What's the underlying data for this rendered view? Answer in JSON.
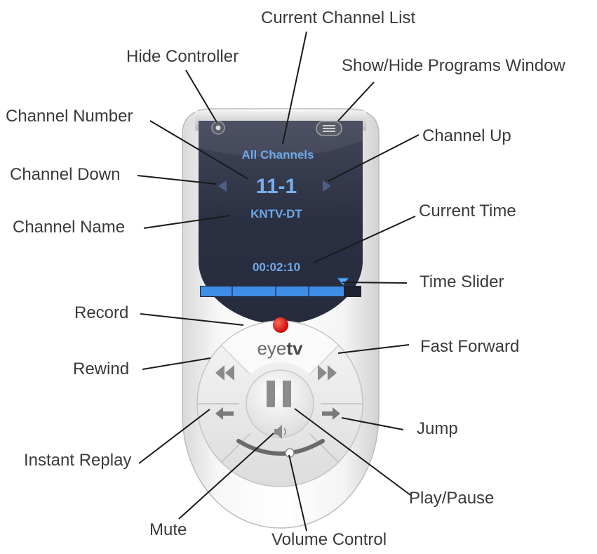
{
  "labels": {
    "current_channel_list": "Current Channel List",
    "hide_controller": "Hide Controller",
    "show_hide_programs": "Show/Hide Programs Window",
    "channel_number": "Channel Number",
    "channel_up": "Channel Up",
    "channel_down": "Channel Down",
    "channel_name": "Channel Name",
    "current_time": "Current Time",
    "time_slider": "Time Slider",
    "record": "Record",
    "fast_forward": "Fast Forward",
    "rewind": "Rewind",
    "jump": "Jump",
    "instant_replay": "Instant Replay",
    "play_pause": "Play/Pause",
    "mute": "Mute",
    "volume_control": "Volume Control"
  },
  "screen": {
    "channel_list": "All Channels",
    "channel_number": "11-1",
    "channel_name": "KNTV-DT",
    "time": "00:02:10"
  },
  "logo": {
    "eye": "eye",
    "tv": "tv"
  },
  "icons": {
    "hide": "dot-button-icon",
    "programs": "list-lines-icon",
    "record": "red-dot-icon",
    "rewind": "double-left-triangle-icon",
    "fast_forward": "double-right-triangle-icon",
    "pause": "pause-bars-icon",
    "instant_replay": "left-arrow-icon",
    "jump": "right-arrow-icon",
    "mute": "speaker-icon"
  },
  "colors": {
    "screen": "#2b3146",
    "screen_text": "#6fa8e6",
    "slider": "#3e8ee6",
    "record": "#e01010",
    "body": "#f2f2f2"
  }
}
